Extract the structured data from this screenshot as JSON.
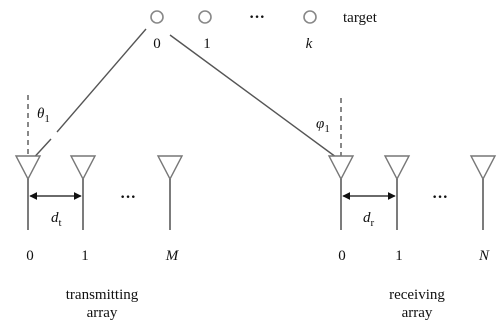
{
  "target": {
    "label": "target",
    "element_labels": [
      "0",
      "1",
      "k"
    ],
    "ellipsis": "···"
  },
  "rays": {
    "tx_angle": {
      "symbol": "θ",
      "sub": "1"
    },
    "rx_angle": {
      "symbol": "φ",
      "sub": "1"
    }
  },
  "tx_array": {
    "spacing": {
      "symbol": "d",
      "sub": "t"
    },
    "element_labels": [
      "0",
      "1",
      "M"
    ],
    "ellipsis": "···",
    "caption_line1": "transmitting",
    "caption_line2": "array"
  },
  "rx_array": {
    "spacing": {
      "symbol": "d",
      "sub": "r"
    },
    "element_labels": [
      "0",
      "1",
      "N"
    ],
    "ellipsis": "···",
    "caption_line1": "receiving",
    "caption_line2": "array"
  }
}
